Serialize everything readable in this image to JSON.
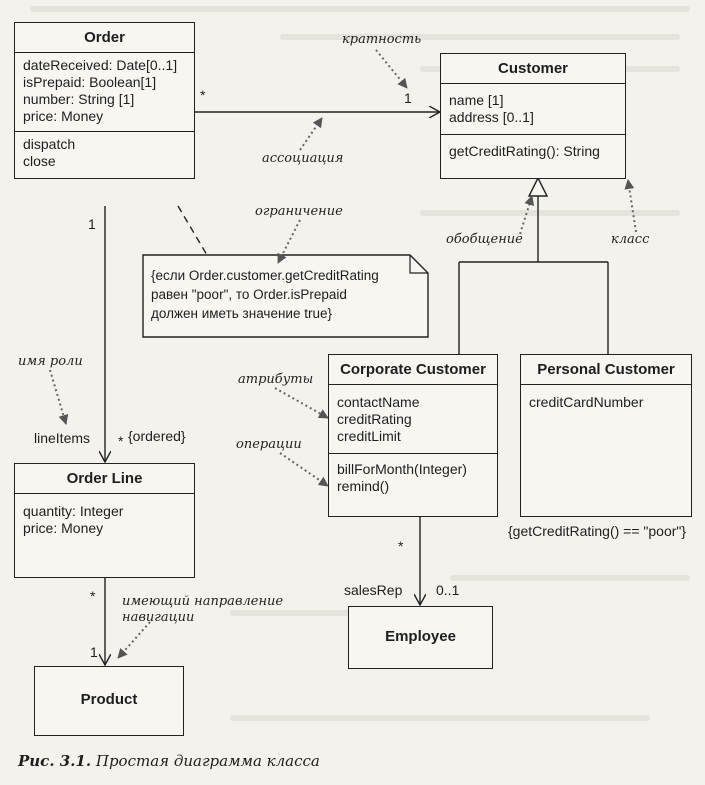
{
  "classes": {
    "order": {
      "name": "Order",
      "attributes": [
        "dateReceived: Date[0..1]",
        "isPrepaid: Boolean[1]",
        "number: String [1]",
        "price: Money"
      ],
      "operations": [
        "dispatch",
        "close"
      ]
    },
    "customer": {
      "name": "Customer",
      "attributes": [
        "name [1]",
        "address [0..1]"
      ],
      "operations": [
        "getCreditRating(): String"
      ]
    },
    "corporate": {
      "name": "Corporate Customer",
      "attributes": [
        "contactName",
        "creditRating",
        "creditLimit"
      ],
      "operations": [
        "billForMonth(Integer)",
        "remind()"
      ]
    },
    "personal": {
      "name": "Personal Customer",
      "attributes": [
        "creditCardNumber"
      ]
    },
    "orderline": {
      "name": "Order Line",
      "attributes": [
        "quantity: Integer",
        "price: Money"
      ]
    },
    "employee": {
      "name": "Employee"
    },
    "product": {
      "name": "Product"
    }
  },
  "multiplicities": {
    "order_customer_order_end": "*",
    "order_customer_customer_end": "1",
    "order_line_order_end": "1",
    "order_line_line_end": "*",
    "ordered": "{ordered}",
    "line_product_line_end": "*",
    "line_product_product_end": "1",
    "corp_emp_corp_end": "*",
    "corp_emp_emp_end": "0..1"
  },
  "roles": {
    "line_items": "lineItems",
    "sales_rep": "salesRep"
  },
  "constraint_note": [
    "{если Order.customer.getCreditRating",
    "равен \"poor\", то Order.isPrepaid",
    "должен иметь значение true}"
  ],
  "personal_constraint": "{getCreditRating() == \"poor\"}",
  "annotations": {
    "multiplicity": "кратность",
    "association": "ассоциация",
    "constraint": "ограничение",
    "generalization": "обобщение",
    "class": "класс",
    "role_name": "имя роли",
    "attributes": "атрибуты",
    "operations": "операции",
    "navigable_1": "имеющий направление",
    "navigable_2": "навигации"
  },
  "caption": {
    "label": "Рис. 3.1.",
    "text": "Простая диаграмма класса"
  }
}
